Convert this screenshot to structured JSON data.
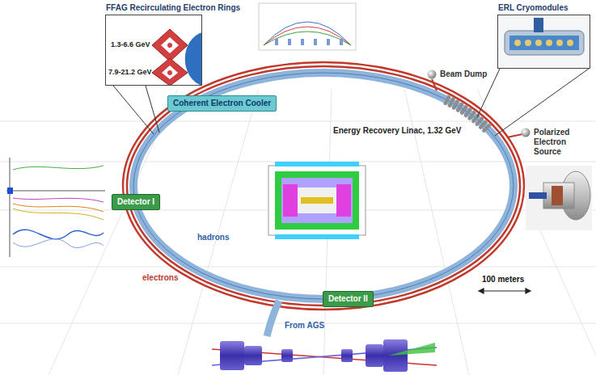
{
  "diagram": {
    "nodes": [
      {
        "text": [
          "FFAG Recirculating Electron Rings"
        ]
      },
      {
        "text": [
          "ERL Cryomodules"
        ]
      },
      {
        "text": [
          "Beam Dump"
        ]
      },
      {
        "text": [
          "Polarized Electron Source"
        ]
      },
      {
        "text": [
          "Coherent Electron Cooler"
        ]
      },
      {
        "text": [
          "Detector I"
        ]
      },
      {
        "text": [
          "Detector II"
        ]
      }
    ],
    "labels": [
      "1.3-6.6 GeV",
      "7.9-21.2 GeV",
      "Energy Recovery Linac, 1.32 GeV",
      "hadrons",
      "electrons",
      "From AGS",
      "100 meters"
    ]
  }
}
